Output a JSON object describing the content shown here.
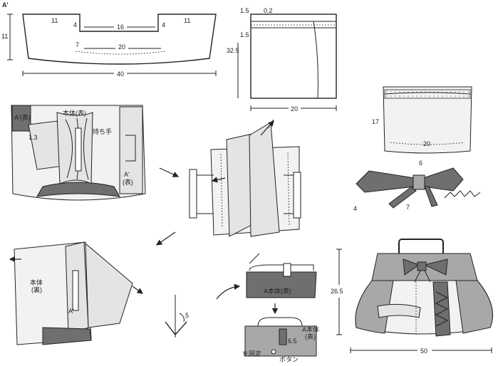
{
  "pattern_A": {
    "label": "A'",
    "dim_top_left": "11",
    "dim_notch_left": "4",
    "dim_center_top": "16",
    "dim_notch_right": "4",
    "dim_top_right": "11",
    "dim_inner_left": "7",
    "dim_inner_bottom": "20",
    "dim_height": "11",
    "dim_width": "40"
  },
  "pouch": {
    "dim_seam_1": "1.5",
    "dim_seam_2": "0.2",
    "dim_seam_3": "1.5",
    "dim_height": "32.5",
    "dim_width": "20"
  },
  "zip_pouch": {
    "dim_height": "17",
    "dim_width": "20"
  },
  "bow": {
    "dim_top": "6",
    "dim_left": "4",
    "dim_bottom": "7"
  },
  "step1": {
    "label_body": "本体(表)",
    "label_a_left": "A'(表)",
    "label_handle": "持ち手",
    "dim_fold": "1.3",
    "label_a_right_1": "A'",
    "label_a_right_2": "(表)"
  },
  "step3": {
    "label_body_1": "本体",
    "label_body_2": "(裏)",
    "label_a": "A'"
  },
  "fold": {
    "dim": "5"
  },
  "step4": {
    "label_body": "A本体(表)",
    "dim_tab": "6.5",
    "label_a_body_1": "A本体",
    "label_a_body_2": "(表)",
    "label_fix": "を固定",
    "label_button": "ボタン"
  },
  "finished": {
    "dim_height": "26.5",
    "dim_width": "50"
  }
}
